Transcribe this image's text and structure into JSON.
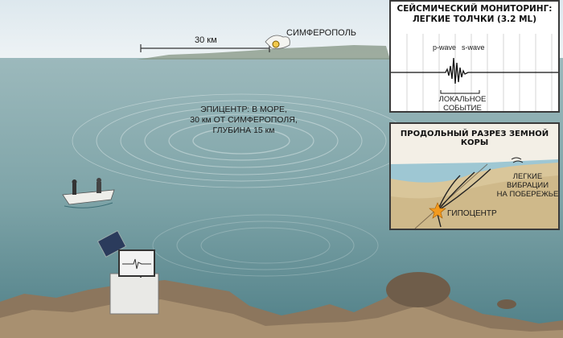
{
  "scene": {
    "scale_label": "30 км",
    "city_label": "СИМФЕРОПОЛЬ",
    "epicenter_line1": "ЭПИЦЕНТР: В МОРЕ,",
    "epicenter_line2": "30 км ОТ СИМФЕРОПОЛЯ,",
    "epicenter_line3": "ГЛУБИНА 15 км"
  },
  "seismo_panel": {
    "title_line1": "СЕЙСМИЧЕСКИЙ МОНИТОРИНГ:",
    "title_line2": "ЛЕГКИЕ ТОЛЧКИ (3.2 ML)",
    "p_wave": "p-wave",
    "s_wave": "s-wave",
    "event_line1": "ЛОКАЛЬНОЕ",
    "event_line2": "СОБЫТИЕ"
  },
  "crust_panel": {
    "title": "ПРОДОЛЬНЫЙ РАЗРЕЗ ЗЕМНОЙ КОРЫ",
    "vib_line1": "ЛЕГКИЕ",
    "vib_line2": "ВИБРАЦИИ",
    "vib_line3": "НА ПОБЕРЕЖЬЕ",
    "hypocenter": "ГИПОЦЕНТР"
  },
  "colors": {
    "sky": "#e6eef2",
    "sea": "#7fa6aa",
    "sea_dark": "#5d8b92",
    "land": "#d9c69a",
    "rock": "#8a7560",
    "star": "#f29a1f"
  }
}
